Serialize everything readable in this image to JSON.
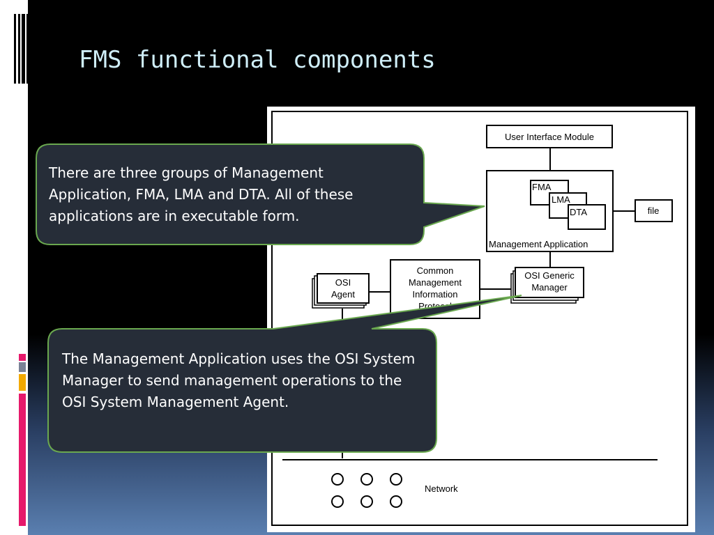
{
  "slide": {
    "title": "FMS functional components"
  },
  "diagram": {
    "user_interface_module": "User Interface Module",
    "fma": "FMA",
    "lma": "LMA",
    "dta": "DTA",
    "file": "file",
    "management_application": "Management Application",
    "osi_generic_manager_line1": "OSI Generic",
    "osi_generic_manager_line2": "Manager",
    "cmip_line1": "Common",
    "cmip_line2": "Management",
    "cmip_line3": "Information",
    "cmip_line4": "Protocol",
    "osi_agent_line1": "OSI",
    "osi_agent_line2": "Agent",
    "network": "Network"
  },
  "callouts": {
    "top": "There are three groups of Management Application, FMA, LMA and DTA. All of these applications are in executable form.",
    "bottom": "The Management Application uses the OSI System Manager to send management operations to the OSI System Management Agent."
  },
  "colors": {
    "title": "#cfeef8",
    "callout_fill": "#262d38",
    "callout_border": "#6aa84f",
    "accent_pink": "#e6196b",
    "accent_gray": "#7a8296",
    "accent_orange": "#f2a900"
  }
}
